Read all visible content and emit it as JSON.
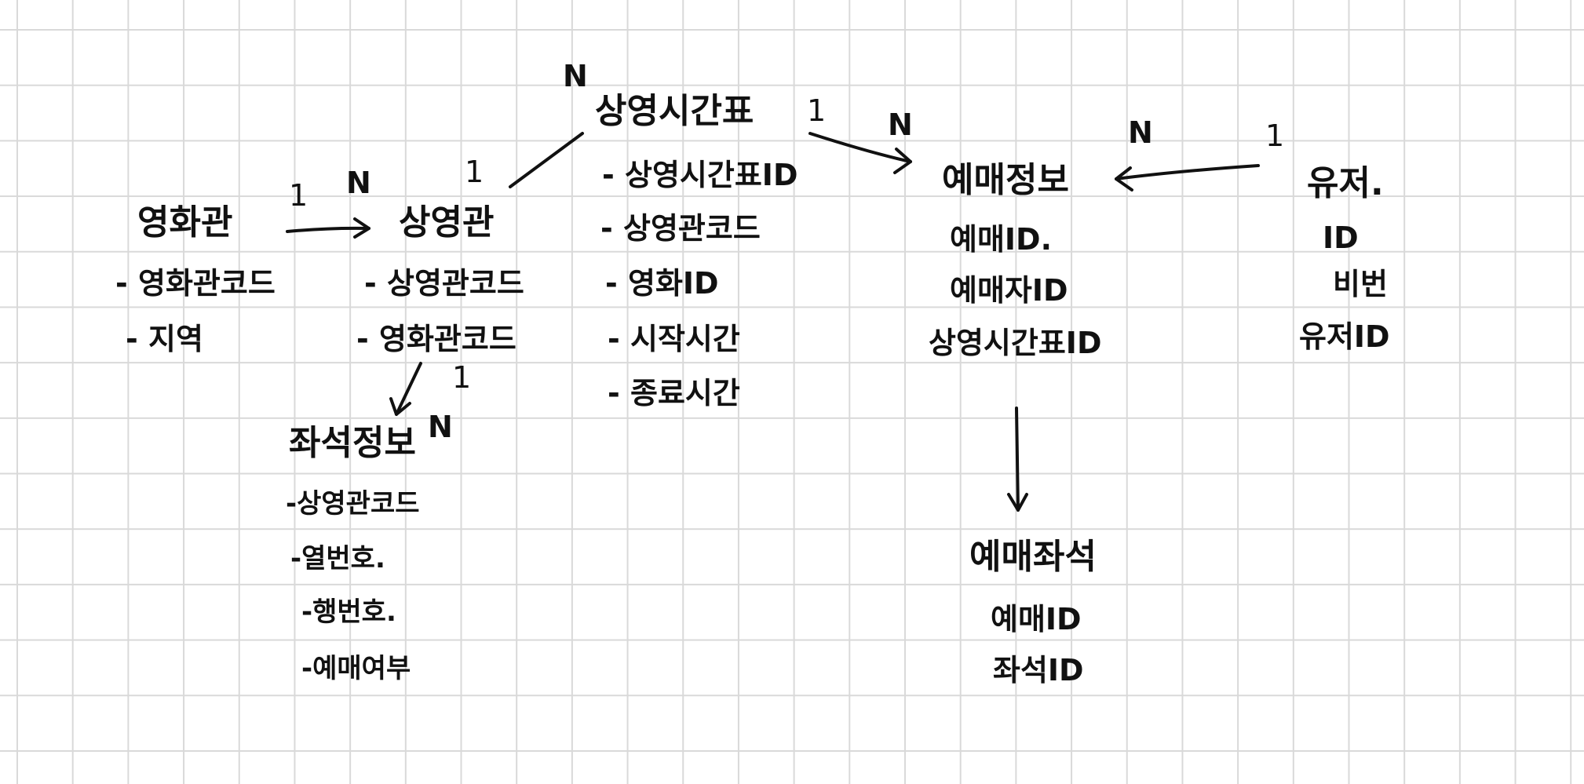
{
  "entities": {
    "cinema": {
      "title": "영화관",
      "fields": [
        "- 영화관코드",
        "- 지역"
      ]
    },
    "screen": {
      "title": "상영관",
      "fields": [
        "- 상영관코드",
        "- 영화관코드"
      ]
    },
    "schedule": {
      "title": "상영시간표",
      "fields": [
        "- 상영시간표ID",
        "- 상영관코드",
        "- 영화ID",
        "- 시작시간",
        "- 종료시간"
      ]
    },
    "reservation": {
      "title": "예매정보",
      "fields": [
        "예매ID.",
        "예매자ID",
        "상영시간표ID"
      ]
    },
    "user": {
      "title": "유저.",
      "fields": [
        "ID",
        "비번",
        "유저ID"
      ]
    },
    "seat": {
      "title": "좌석정보",
      "fields": [
        "-상영관코드",
        "-열번호.",
        "-행번호.",
        "-예매여부"
      ]
    },
    "reserved_seat": {
      "title": "예매좌석",
      "fields": [
        "예매ID",
        "좌석ID"
      ]
    }
  },
  "cardinality": {
    "cinema_side": "1",
    "screen_from_cinema": "N",
    "screen_to_schedule": "1",
    "schedule_from_screen": "N",
    "schedule_to_reservation": "1",
    "reservation_from_schedule": "N",
    "reservation_from_user": "N",
    "user_side": "1",
    "screen_to_seat": "1",
    "seat_from_screen": "N"
  }
}
